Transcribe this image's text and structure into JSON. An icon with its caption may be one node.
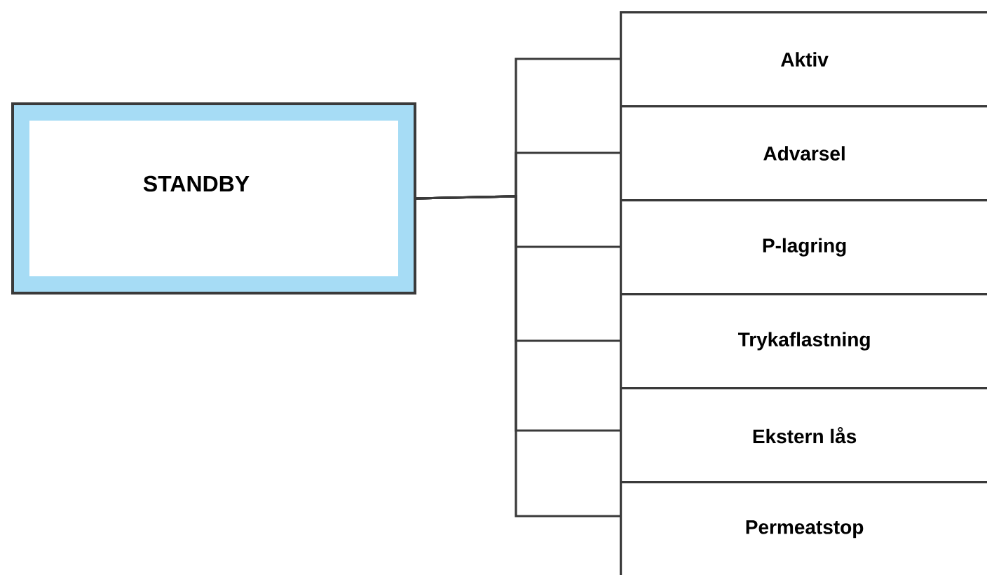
{
  "diagram": {
    "nodes": [
      {
        "text": [
          "STANDBY"
        ]
      },
      {
        "text": [
          "Aktiv"
        ]
      },
      {
        "text": [
          "Advarsel"
        ]
      },
      {
        "text": [
          "P-lagring"
        ]
      },
      {
        "text": [
          "Trykaflastning"
        ]
      },
      {
        "text": [
          "Ekstern lås"
        ]
      },
      {
        "text": [
          "Permeatstop"
        ]
      }
    ],
    "edges": [
      {
        "from": 0,
        "to": 1,
        "arrow": "none"
      },
      {
        "from": 0,
        "to": 2,
        "arrow": "none"
      },
      {
        "from": 0,
        "to": 3,
        "arrow": "none"
      },
      {
        "from": 0,
        "to": 4,
        "arrow": "none"
      },
      {
        "from": 0,
        "to": 5,
        "arrow": "none"
      },
      {
        "from": 0,
        "to": 6,
        "arrow": "none"
      }
    ]
  }
}
